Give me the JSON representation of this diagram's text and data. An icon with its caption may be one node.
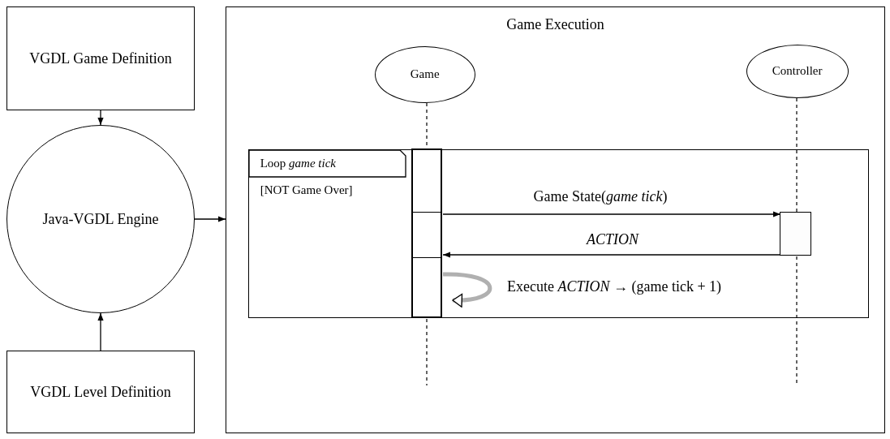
{
  "diagram": {
    "nodes": [
      {
        "text": [
          "VGDL Game Definition"
        ]
      },
      {
        "text": [
          "Java-VGDL Engine"
        ]
      },
      {
        "text": [
          "VGDL Level Definition"
        ]
      },
      {
        "text": [
          "Game Execution"
        ]
      },
      {
        "text": [
          "Game"
        ],
        "in": 3
      },
      {
        "text": [
          "Controller"
        ],
        "in": 3
      },
      {
        "text": [
          "Loop *game tick*",
          "[NOT Game Over]"
        ],
        "in": 3
      },
      {
        "text": [],
        "shape": "bar",
        "in": 6
      },
      {
        "text": [],
        "shape": "box",
        "in": 6
      }
    ],
    "edges": [
      {
        "from": 0,
        "to": 1,
        "arrow": "to"
      },
      {
        "from": 2,
        "to": 1,
        "arrow": "to"
      },
      {
        "from": 1,
        "to": 3,
        "arrow": "to"
      },
      {
        "from": 4,
        "to": 7,
        "arrow": "none",
        "style": "dashed"
      },
      {
        "from": 7,
        "to": null,
        "arrow": "none",
        "style": "dashed"
      },
      {
        "from": 5,
        "to": 8,
        "arrow": "none",
        "style": "dashed"
      },
      {
        "from": 8,
        "to": null,
        "arrow": "none",
        "style": "dashed"
      },
      {
        "from": 7,
        "to": 8,
        "arrow": "to",
        "label": "Game State(*game tick*)"
      },
      {
        "from": 8,
        "to": 7,
        "arrow": "to",
        "label": "ACTION"
      },
      {
        "from": 7,
        "to": 7,
        "arrow": "to",
        "label": "Execute *ACTION* → (game tick + 1)",
        "style": "thick",
        "color": "#b0b0b0"
      }
    ]
  }
}
